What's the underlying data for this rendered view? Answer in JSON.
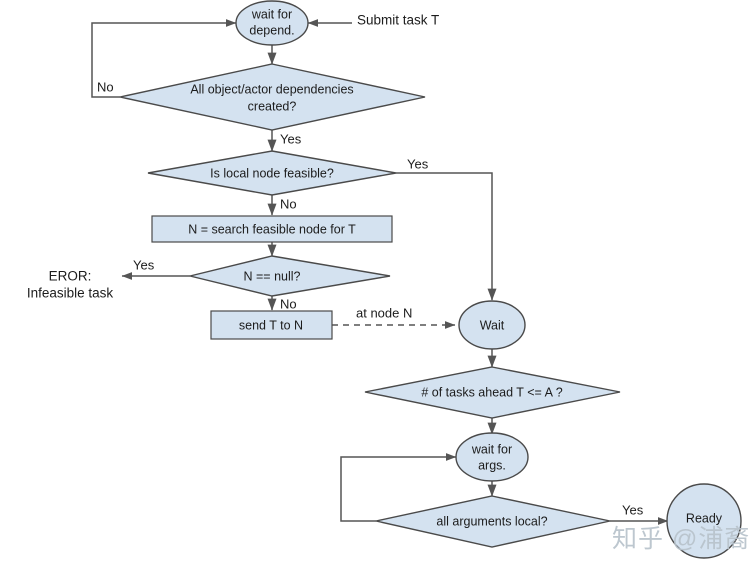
{
  "diagram": {
    "title": "Ray task scheduling flowchart",
    "colors": {
      "node_fill": "#d4e2f0",
      "node_stroke": "#4a4a4a",
      "edge_stroke": "#555555",
      "text": "#1c1c1c",
      "watermark": "#b8c3cc"
    },
    "nodes": {
      "wait_for_depend": {
        "line1": "wait for",
        "line2": "depend."
      },
      "all_dependencies": {
        "line1": "All object/actor dependencies",
        "line2": "created?"
      },
      "local_feasible": {
        "line1": "Is local node feasible?"
      },
      "search_node": {
        "line1": "N = search feasible node for T"
      },
      "n_is_null": {
        "line1": "N == null?"
      },
      "send_t": {
        "line1": "send T to N"
      },
      "wait": {
        "line1": "Wait"
      },
      "tasks_ahead": {
        "line1": "# of tasks ahead T <= A ?"
      },
      "wait_for_args": {
        "line1": "wait for",
        "line2": "args."
      },
      "all_args_local": {
        "line1": "all arguments local?"
      },
      "ready": {
        "line1": "Ready"
      }
    },
    "edge_labels": {
      "submit_task": "Submit task T",
      "dep_no": "No",
      "dep_yes": "Yes",
      "feasible_yes": "Yes",
      "feasible_no": "No",
      "null_yes": "Yes",
      "null_no": "No",
      "at_node_n": "at node N",
      "args_yes": "Yes"
    },
    "terminal_labels": {
      "error_line1": "EROR:",
      "error_line2": "Infeasible task"
    },
    "watermark": "知乎 @浦裔"
  }
}
